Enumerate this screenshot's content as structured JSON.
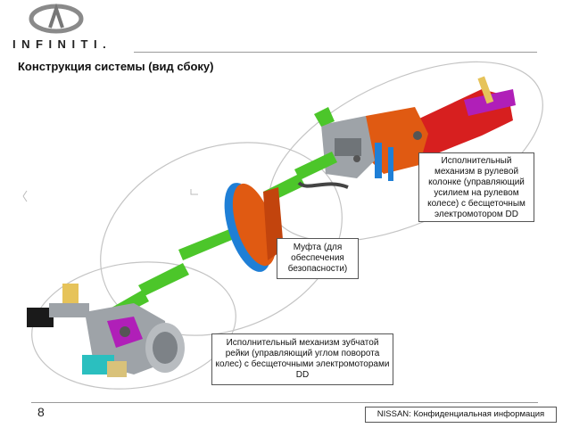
{
  "logo": {
    "text": "INFINITI."
  },
  "title": "Конструкция системы (вид сбоку)",
  "callouts": {
    "column_actuator": "Исполнительный механизм в рулевой колонке (управляющий усилием на рулевом колесе) с бесщеточным электромотором DD",
    "coupling": "Муфта (для обеспечения безопасности)",
    "rack_actuator": "Исполнительный механизм зубчатой рейки (управляющий углом поворота колес) с бесщеточными электромоторами DD"
  },
  "footer": {
    "page_number": "8",
    "confidential": "NISSAN: Конфиденциальная информация"
  },
  "colors": {
    "shaft_green": "#4cc62a",
    "actuator_orange": "#e05a12",
    "column_red": "#d71f1f",
    "motor_gray": "#9ea3a8",
    "bracket_blue": "#1f7fd6",
    "sensor_magenta": "#b01fb8",
    "ellipse_gray": "#c4c4c4"
  }
}
